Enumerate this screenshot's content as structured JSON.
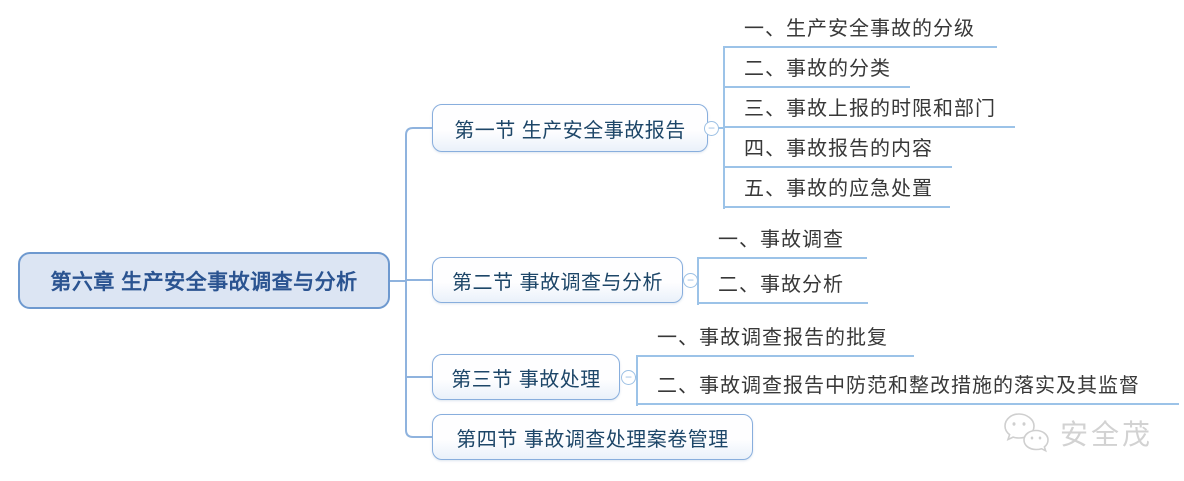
{
  "root": {
    "label": "第六章 生产安全事故调查与分析"
  },
  "sections": [
    {
      "label": "第一节 生产安全事故报告",
      "collapsed": false,
      "children": [
        "一、生产安全事故的分级",
        "二、事故的分类",
        "三、事故上报的时限和部门",
        "四、事故报告的内容",
        "五、事故的应急处置"
      ]
    },
    {
      "label": "第二节 事故调查与分析",
      "collapsed": false,
      "children": [
        "一、事故调查",
        "二、事故分析"
      ]
    },
    {
      "label": "第三节 事故处理",
      "collapsed": false,
      "children": [
        "一、事故调查报告的批复",
        "二、事故调查报告中防范和整改措施的落实及其监督"
      ]
    },
    {
      "label": "第四节 事故调查处理案卷管理",
      "children": []
    }
  ],
  "ui": {
    "toggle_symbol": "−"
  },
  "watermark": {
    "text": "安全茂",
    "icon": "wechat-icon"
  },
  "colors": {
    "root_fill": "#dce5f3",
    "root_border": "#6e99cf",
    "root_text": "#2b5491",
    "section_border": "#88aedd",
    "section_text": "#1d4668",
    "connector_line": "#8fb3de",
    "child_underline": "#9cc3e8",
    "child_text": "#383838",
    "watermark_gray": "#d2d2d2"
  }
}
